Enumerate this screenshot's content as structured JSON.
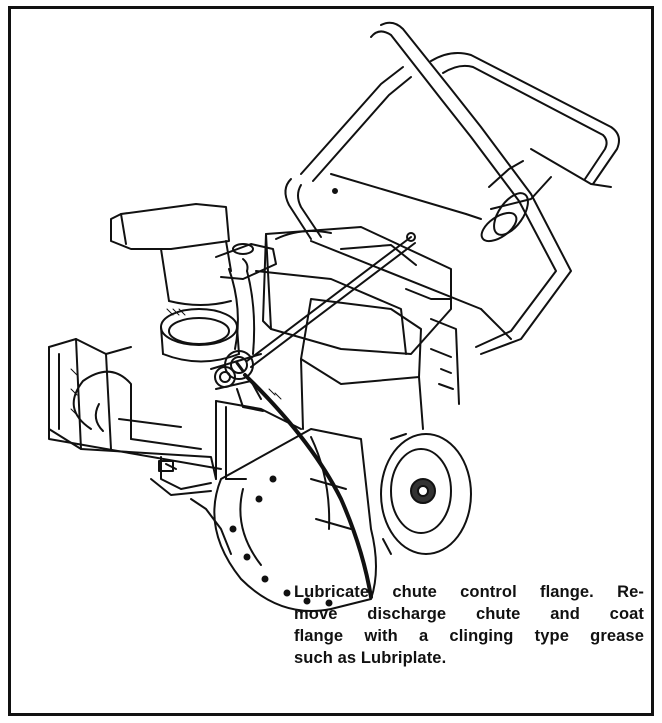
{
  "caption": {
    "lines": [
      "Lubricate chute control flange. Re-",
      "move discharge chute and coat",
      "flange with a clinging type grease",
      "such as Lubriplate."
    ]
  },
  "colors": {
    "ink": "#111111",
    "paper": "#ffffff"
  },
  "icons": {
    "snow-thrower": "snow-thrower-illustration",
    "leader": "callout-leader-line"
  }
}
